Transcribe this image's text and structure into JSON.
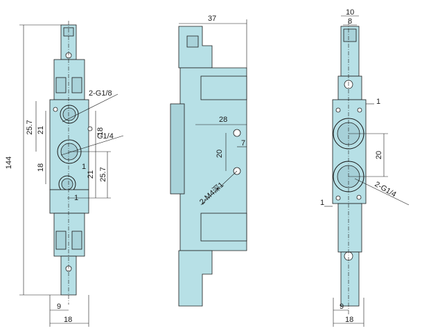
{
  "diagram": {
    "front_view": {
      "dims": {
        "total_height": "144",
        "pitch_left": "25.7",
        "step_left_a": "21",
        "step_left_b": "18",
        "step_mid_right": "18",
        "step_right": "21",
        "pitch_right": "25.7",
        "offset_center": "1",
        "offset_lower": "1",
        "base_offset": "9",
        "base_width": "18"
      },
      "callouts": {
        "pilot_port": "2-G1/8",
        "main_port": "G1/4"
      }
    },
    "side_view": {
      "dims": {
        "total_width": "37",
        "mount_width": "28",
        "mount_offset": "7",
        "mount_height": "20"
      },
      "callouts": {
        "mount_thread": "2-M4深1"
      }
    },
    "right_view": {
      "dims": {
        "top_width": "10",
        "top_inner": "8",
        "port_pitch": "20",
        "offset_top": "1",
        "offset_bottom": "1",
        "base_offset": "9",
        "base_width": "18"
      },
      "callouts": {
        "port": "2-G1/4"
      }
    }
  }
}
